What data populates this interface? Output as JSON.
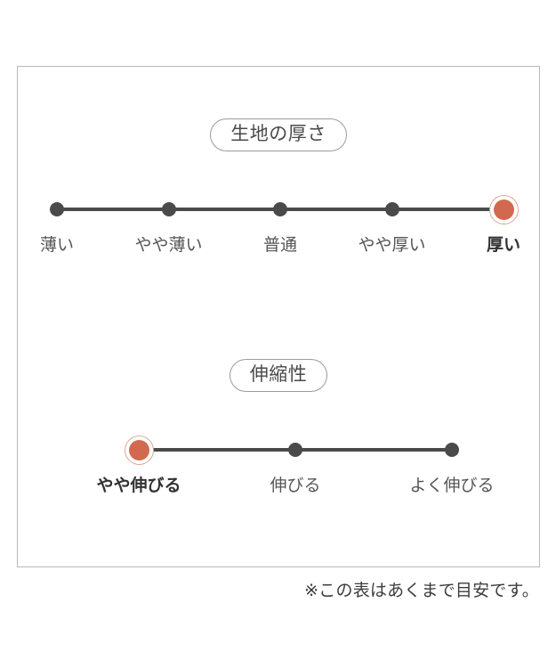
{
  "colors": {
    "frame_border": "#b9b9b9",
    "dot": "#4a4a4a",
    "selected_dot": "#d2694f",
    "selected_ring": "#e0a694",
    "label": "#565656",
    "selected_label": "#333333"
  },
  "chart_data": {
    "type": "scale",
    "title": "",
    "scales": [
      {
        "heading": "生地の厚さ",
        "categories": [
          "薄い",
          "やや薄い",
          "普通",
          "やや厚い",
          "厚い"
        ],
        "selected_index": 4,
        "selected_value": "厚い",
        "positions_pct": [
          0,
          25,
          50,
          75,
          100
        ]
      },
      {
        "heading": "伸縮性",
        "categories": [
          "やや伸びる",
          "伸びる",
          "よく伸びる"
        ],
        "selected_index": 0,
        "selected_value": "やや伸びる",
        "positions_pct": [
          0,
          50,
          100
        ]
      }
    ]
  },
  "footnote": "※この表はあくまで目安です。"
}
